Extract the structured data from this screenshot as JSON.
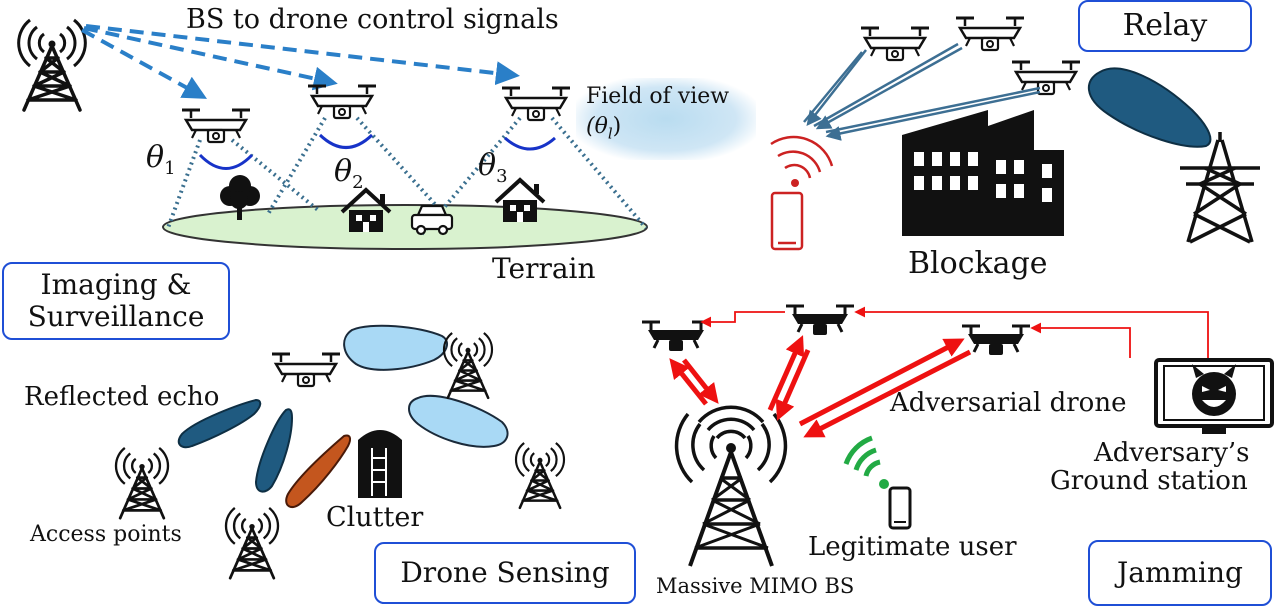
{
  "imaging": {
    "bs_signal_label": "BS to drone control signals",
    "fov_label_line1": "Field of view",
    "fov_label_line2": "(θ",
    "fov_sub": "l",
    "theta1": "θ",
    "theta1_sub": "1",
    "theta2": "θ",
    "theta2_sub": "2",
    "theta3": "θ",
    "theta3_sub": "3",
    "terrain_label": "Terrain",
    "panel_title_line1": "Imaging &",
    "panel_title_line2": "Surveillance"
  },
  "relay": {
    "panel_title": "Relay",
    "blockage_label": "Blockage"
  },
  "sensing": {
    "reflected_echo_label": "Reflected echo",
    "access_points_label": "Access points",
    "clutter_label": "Clutter",
    "panel_title": "Drone Sensing"
  },
  "jamming": {
    "adversarial_drone_label": "Adversarial drone",
    "ground_station_line1": "Adversary’s",
    "ground_station_line2": "Ground station",
    "legit_user_label": "Legitimate user",
    "mimo_label": "Massive MIMO BS",
    "panel_title": "Jamming"
  },
  "colors": {
    "control_signal": "#2a7fc8",
    "beam_dark": "#1f5a80",
    "beam_light": "#a9d9f5",
    "beam_orange": "#c4561e",
    "jam_red": "#ee1111",
    "legit_green": "#22aa44",
    "panel_border": "#1f4fd6",
    "terrain": "#d9f2cf"
  }
}
